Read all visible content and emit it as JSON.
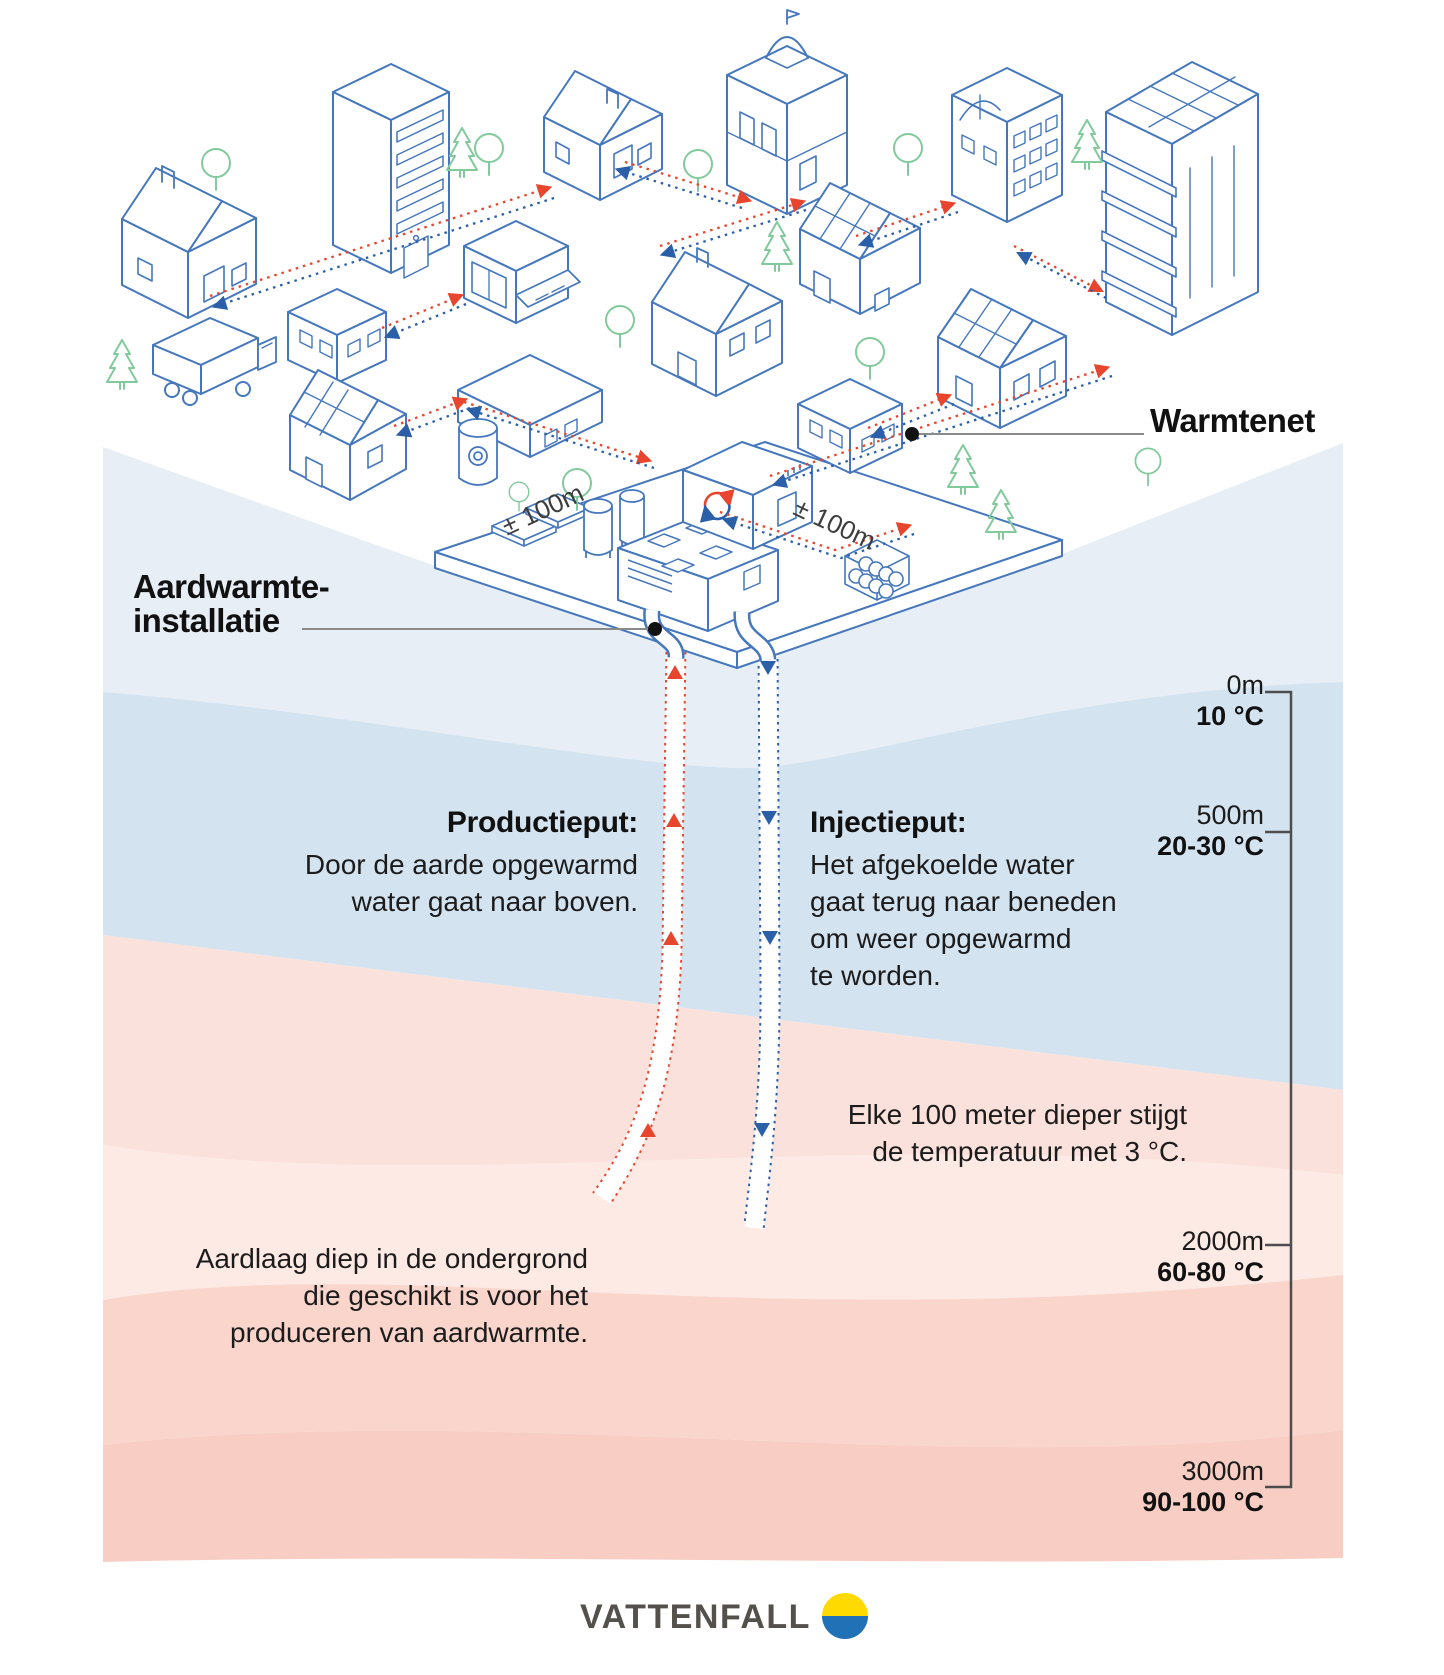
{
  "labels": {
    "warmtenet": "Warmtenet",
    "installation_line1": "Aardwarmte-",
    "installation_line2": "installatie",
    "distance_left": "± 100m",
    "distance_right": "± 100m"
  },
  "production_well": {
    "heading": "Productieput:",
    "body_line1": "Door de aarde opgewarmd",
    "body_line2": "water gaat naar boven."
  },
  "injection_well": {
    "heading": "Injectieput:",
    "body_line1": "Het afgekoelde water",
    "body_line2": "gaat terug naar beneden",
    "body_line3": "om weer opgewarmd",
    "body_line4": "te worden."
  },
  "depth_scale": {
    "items": [
      {
        "depth": "0m",
        "temp": "10 °C"
      },
      {
        "depth": "500m",
        "temp": "20-30 °C"
      },
      {
        "depth": "2000m",
        "temp": "60-80 °C"
      },
      {
        "depth": "3000m",
        "temp": "90-100 °C"
      }
    ]
  },
  "annotations": {
    "gradient_line1": "Elke 100 meter dieper stijgt",
    "gradient_line2": "de temperatuur met 3 °C.",
    "aardlaag_line1": "Aardlaag diep in de ondergrond",
    "aardlaag_line2": "die geschikt is voor het",
    "aardlaag_line3": "produceren van aardwarmte."
  },
  "footer": {
    "brand": "VATTENFALL"
  },
  "colors": {
    "network_red": "#e8452e",
    "network_blue": "#2b5fa8",
    "outline_blue": "#4577bd",
    "tree_green": "#82ca9c",
    "layer_blue_1": "#e7eef6",
    "layer_blue_2": "#d4e3f0",
    "layer_pink_1": "#fbe1db",
    "layer_pink_2": "#fdeae4",
    "layer_pink_3": "#f9d5cb",
    "layer_pink_4": "#f8cec4",
    "brand_yellow": "#ffda00",
    "brand_blue": "#2071b5"
  }
}
